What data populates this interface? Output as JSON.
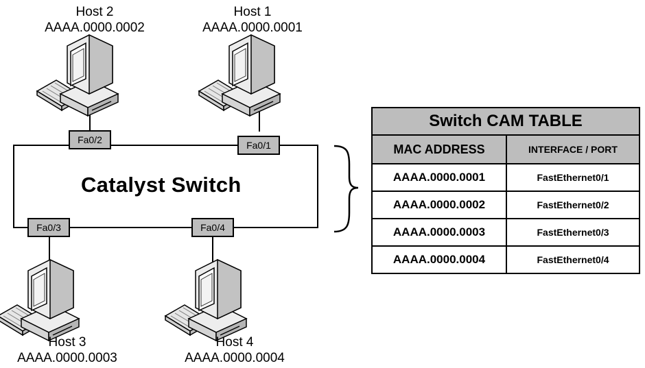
{
  "hosts": [
    {
      "name": "Host 2",
      "mac": "AAAA.0000.0002"
    },
    {
      "name": "Host 1",
      "mac": "AAAA.0000.0001"
    },
    {
      "name": "Host 3",
      "mac": "AAAA.0000.0003"
    },
    {
      "name": "Host 4",
      "mac": "AAAA.0000.0004"
    }
  ],
  "switch": {
    "label": "Catalyst Switch",
    "ports": [
      "Fa0/2",
      "Fa0/1",
      "Fa0/3",
      "Fa0/4"
    ]
  },
  "cam_table": {
    "title": "Switch CAM TABLE",
    "headers": [
      "MAC ADDRESS",
      "INTERFACE / PORT"
    ],
    "rows": [
      {
        "mac": "AAAA.0000.0001",
        "interface": "FastEthernet0/1"
      },
      {
        "mac": "AAAA.0000.0002",
        "interface": "FastEthernet0/2"
      },
      {
        "mac": "AAAA.0000.0003",
        "interface": "FastEthernet0/3"
      },
      {
        "mac": "AAAA.0000.0004",
        "interface": "FastEthernet0/4"
      }
    ]
  },
  "icons": [
    "computer-icon",
    "curly-brace-icon"
  ]
}
